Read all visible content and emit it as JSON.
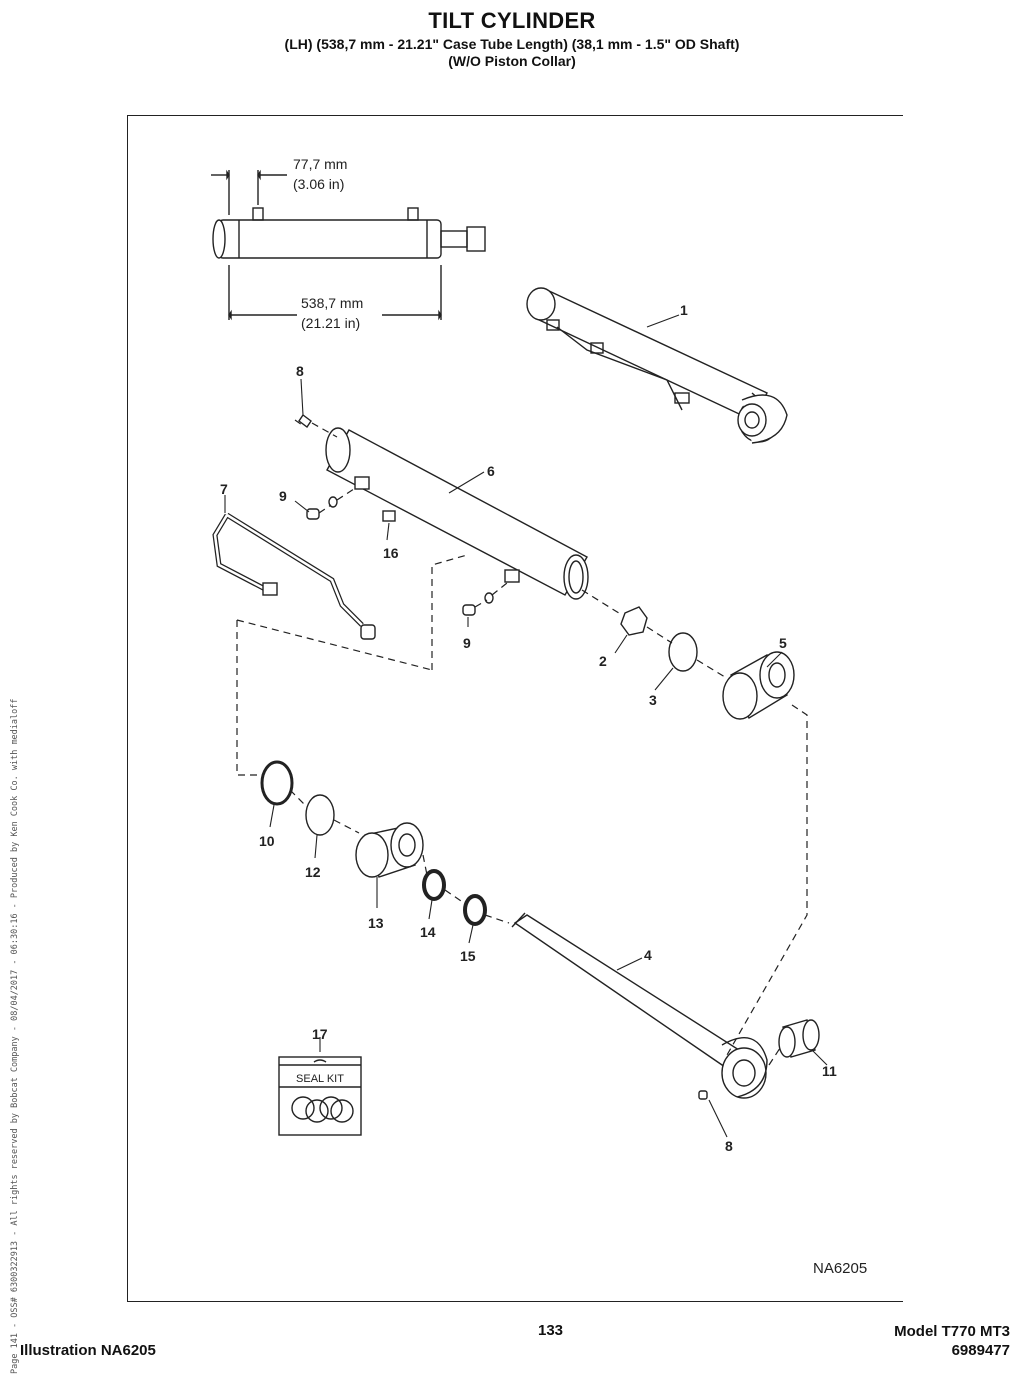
{
  "header": {
    "title": "TILT CYLINDER",
    "subtitle1": "(LH) (538,7 mm - 21.21\" Case Tube Length) (38,1 mm - 1.5\" OD Shaft)",
    "subtitle2": "(W/O Piston Collar)"
  },
  "dimensions": {
    "port_mm": "77,7 mm",
    "port_in": "(3.06 in)",
    "length_mm": "538,7 mm",
    "length_in": "(21.21 in)"
  },
  "callouts": {
    "c1": "1",
    "c2": "2",
    "c3": "3",
    "c4": "4",
    "c5": "5",
    "c6": "6",
    "c7": "7",
    "c8a": "8",
    "c8b": "8",
    "c9a": "9",
    "c9b": "9",
    "c10": "10",
    "c11": "11",
    "c12": "12",
    "c13": "13",
    "c14": "14",
    "c15": "15",
    "c16": "16",
    "c17": "17"
  },
  "seal_kit_label": "SEAL KIT",
  "illustration_code": "NA6205",
  "footer": {
    "page_number": "133",
    "illustration": "Illustration NA6205",
    "model": "Model T770 MT3",
    "document_number": "6989477"
  },
  "side_watermark": "Page 141 - OSS# 6300322913 - All rights reserved by Bobcat Company - 08/04/2017 - 06:30:16 - Produced by Ken Cook Co. with medialoff"
}
